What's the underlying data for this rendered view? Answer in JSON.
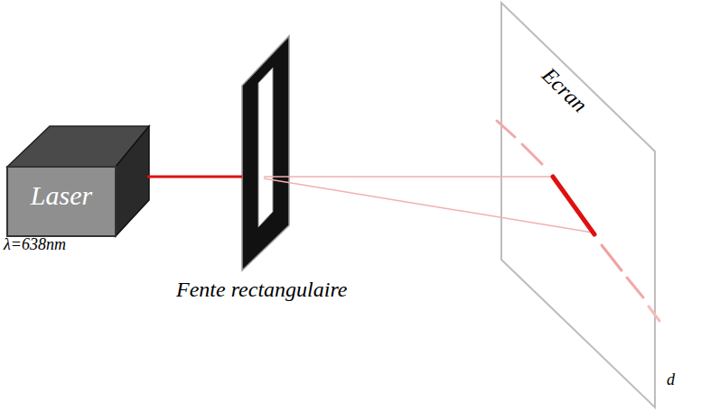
{
  "diagram": {
    "nodes": [
      {
        "text": [
          "Laser",
          "λ=638nm"
        ]
      },
      {
        "text": [
          "Fente rectangulaire"
        ]
      },
      {
        "text": [
          "Ecran"
        ]
      }
    ],
    "edges": [
      {
        "from": 0,
        "to": 1,
        "arrow": "none"
      }
    ],
    "labels": [
      "d"
    ]
  }
}
